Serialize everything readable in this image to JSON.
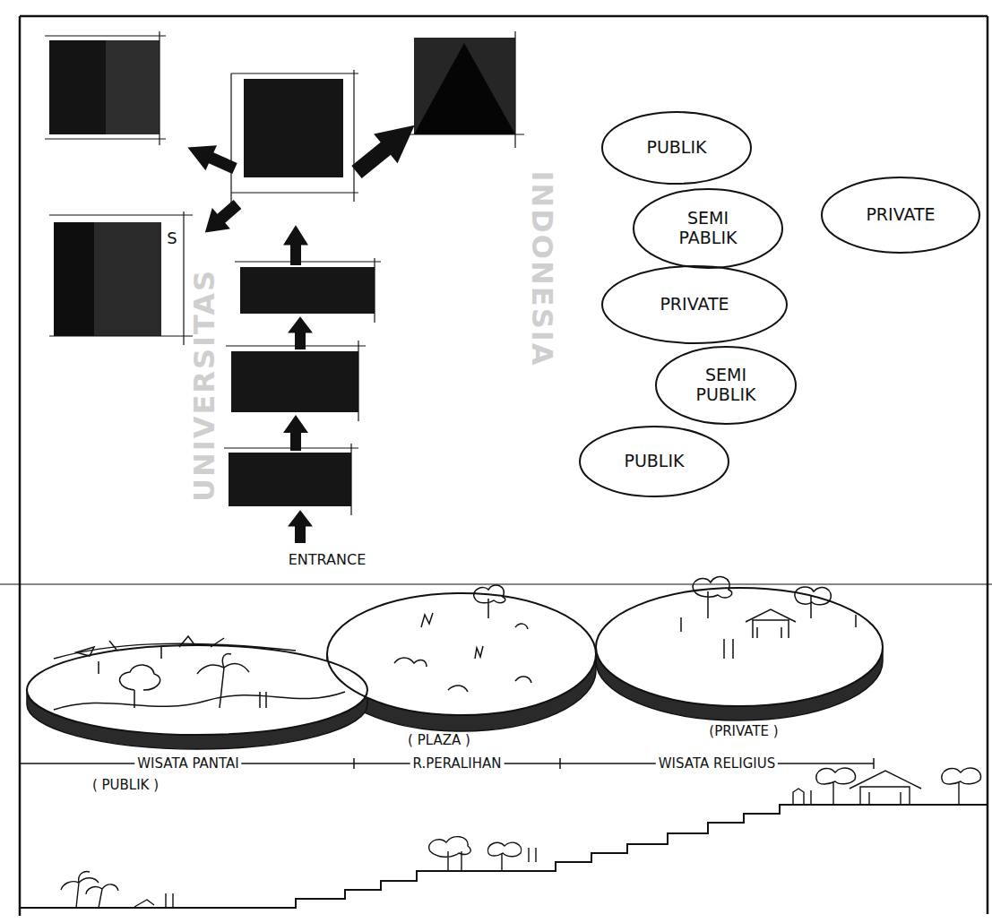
{
  "diagram": {
    "nodes": [
      {
        "text": [
          "PUBLIK"
        ]
      },
      {
        "text": [
          "SEMI PABLIK"
        ]
      },
      {
        "text": [
          "PRIVATE"
        ]
      },
      {
        "text": [
          "PRIVATE"
        ]
      },
      {
        "text": [
          "SEMI PUBLIK"
        ]
      },
      {
        "text": [
          "PUBLIK"
        ]
      }
    ],
    "labels": [
      "S",
      "ENTRANCE",
      "( PLAZA )",
      "(PRIVATE )",
      "WISATA PANTAI",
      "R.PERALIHAN",
      "WISATA RELIGIUS",
      "( PUBLIK )",
      "UNIVERSITAS",
      "INDONESIA"
    ]
  }
}
